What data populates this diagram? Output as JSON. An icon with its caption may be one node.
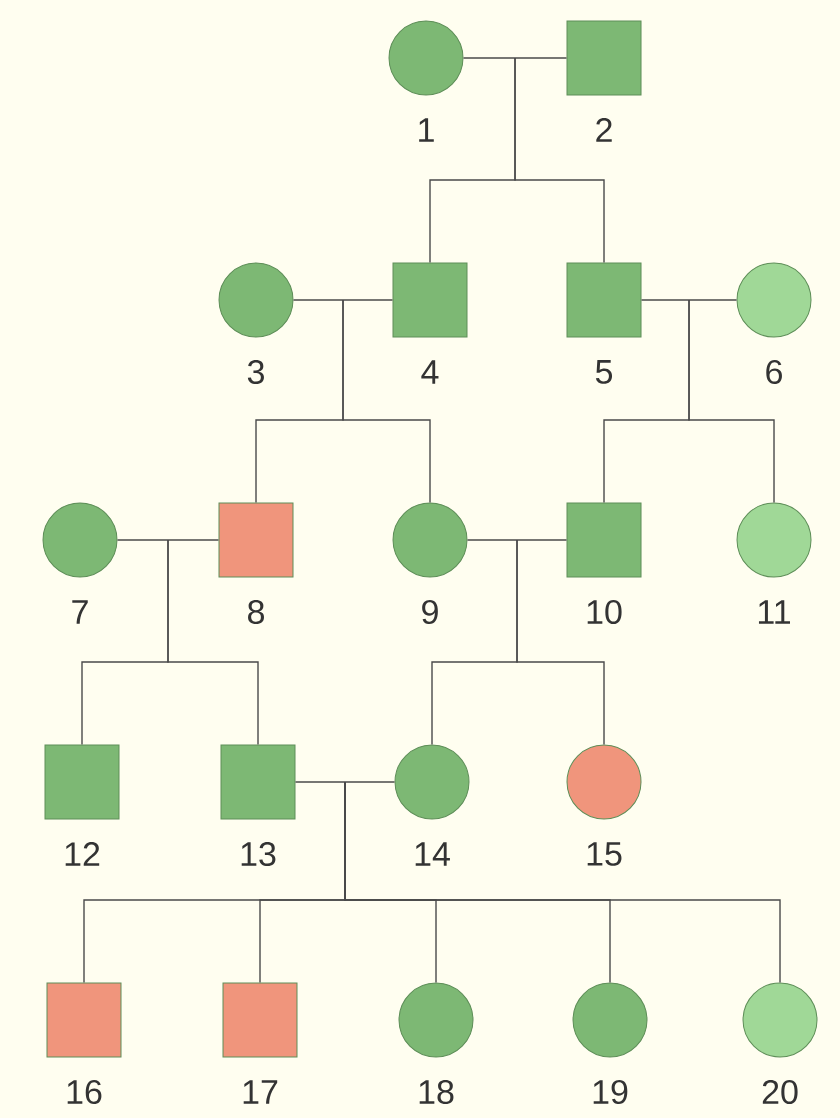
{
  "diagram": {
    "nodes": [
      {
        "text": [],
        "shape": "circle",
        "beside": [
          "1"
        ]
      },
      {
        "text": [],
        "shape": "box",
        "beside": [
          "2"
        ]
      },
      {
        "text": [],
        "shape": "circle",
        "beside": [
          "3"
        ]
      },
      {
        "text": [],
        "shape": "box",
        "beside": [
          "4"
        ]
      },
      {
        "text": [],
        "shape": "box",
        "beside": [
          "5"
        ]
      },
      {
        "text": [],
        "shape": "circle",
        "beside": [
          "6"
        ]
      },
      {
        "text": [],
        "shape": "circle",
        "beside": [
          "7"
        ]
      },
      {
        "text": [],
        "shape": "box",
        "beside": [
          "8"
        ]
      },
      {
        "text": [],
        "shape": "circle",
        "beside": [
          "9"
        ]
      },
      {
        "text": [],
        "shape": "box",
        "beside": [
          "10"
        ]
      },
      {
        "text": [],
        "shape": "circle",
        "beside": [
          "11"
        ]
      },
      {
        "text": [],
        "shape": "box",
        "beside": [
          "12"
        ]
      },
      {
        "text": [],
        "shape": "box",
        "beside": [
          "13"
        ]
      },
      {
        "text": [],
        "shape": "circle",
        "beside": [
          "14"
        ]
      },
      {
        "text": [],
        "shape": "circle",
        "beside": [
          "15"
        ]
      },
      {
        "text": [],
        "shape": "box",
        "beside": [
          "16"
        ]
      },
      {
        "text": [],
        "shape": "box",
        "beside": [
          "17"
        ]
      },
      {
        "text": [],
        "shape": "circle",
        "beside": [
          "18"
        ]
      },
      {
        "text": [],
        "shape": "circle",
        "beside": [
          "19"
        ]
      },
      {
        "text": [],
        "shape": "circle",
        "beside": [
          "20"
        ]
      }
    ],
    "edges": [
      {
        "from": 0,
        "to": 1,
        "arrow": "none"
      },
      {
        "from": 0,
        "to": 3,
        "arrow": "none"
      },
      {
        "from": 1,
        "to": 3,
        "arrow": "none"
      },
      {
        "from": 0,
        "to": 4,
        "arrow": "none"
      },
      {
        "from": 1,
        "to": 4,
        "arrow": "none"
      },
      {
        "from": 2,
        "to": 3,
        "arrow": "none"
      },
      {
        "from": 4,
        "to": 5,
        "arrow": "none"
      },
      {
        "from": 2,
        "to": 7,
        "arrow": "none"
      },
      {
        "from": 3,
        "to": 7,
        "arrow": "none"
      },
      {
        "from": 2,
        "to": 8,
        "arrow": "none"
      },
      {
        "from": 3,
        "to": 8,
        "arrow": "none"
      },
      {
        "from": 4,
        "to": 9,
        "arrow": "none"
      },
      {
        "from": 5,
        "to": 9,
        "arrow": "none"
      },
      {
        "from": 4,
        "to": 10,
        "arrow": "none"
      },
      {
        "from": 5,
        "to": 10,
        "arrow": "none"
      },
      {
        "from": 6,
        "to": 7,
        "arrow": "none"
      },
      {
        "from": 8,
        "to": 9,
        "arrow": "none"
      },
      {
        "from": 6,
        "to": 11,
        "arrow": "none"
      },
      {
        "from": 7,
        "to": 11,
        "arrow": "none"
      },
      {
        "from": 6,
        "to": 12,
        "arrow": "none"
      },
      {
        "from": 7,
        "to": 12,
        "arrow": "none"
      },
      {
        "from": 8,
        "to": 13,
        "arrow": "none"
      },
      {
        "from": 9,
        "to": 13,
        "arrow": "none"
      },
      {
        "from": 8,
        "to": 14,
        "arrow": "none"
      },
      {
        "from": 9,
        "to": 14,
        "arrow": "none"
      },
      {
        "from": 12,
        "to": 13,
        "arrow": "none"
      },
      {
        "from": 12,
        "to": 15,
        "arrow": "none"
      },
      {
        "from": 13,
        "to": 15,
        "arrow": "none"
      },
      {
        "from": 12,
        "to": 16,
        "arrow": "none"
      },
      {
        "from": 13,
        "to": 16,
        "arrow": "none"
      },
      {
        "from": 12,
        "to": 17,
        "arrow": "none"
      },
      {
        "from": 13,
        "to": 17,
        "arrow": "none"
      },
      {
        "from": 12,
        "to": 18,
        "arrow": "none"
      },
      {
        "from": 13,
        "to": 18,
        "arrow": "none"
      },
      {
        "from": 12,
        "to": 19,
        "arrow": "none"
      },
      {
        "from": 13,
        "to": 19,
        "arrow": "none"
      }
    ]
  }
}
